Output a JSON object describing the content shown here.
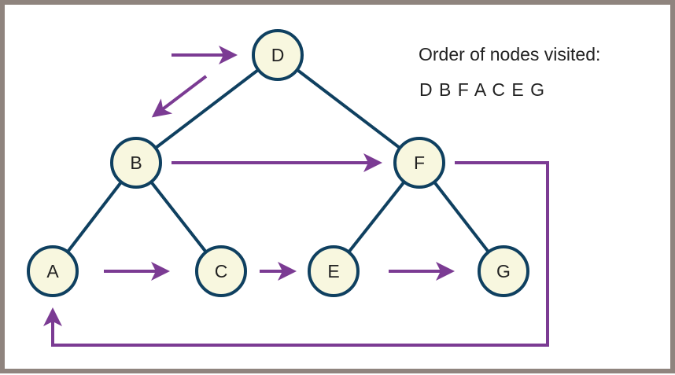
{
  "title": "Order of nodes visited:",
  "sequence": "D B F A C E G",
  "colors": {
    "frame": "#8f847e",
    "edge": "#0f4060",
    "node_fill": "#f8f7df",
    "arrow": "#7b3b93",
    "text": "#222222"
  },
  "nodes": [
    {
      "id": "D",
      "label": "D"
    },
    {
      "id": "B",
      "label": "B"
    },
    {
      "id": "F",
      "label": "F"
    },
    {
      "id": "A",
      "label": "A"
    },
    {
      "id": "C",
      "label": "C"
    },
    {
      "id": "E",
      "label": "E"
    },
    {
      "id": "G",
      "label": "G"
    }
  ],
  "edges": [
    {
      "from": "D",
      "to": "B"
    },
    {
      "from": "D",
      "to": "F"
    },
    {
      "from": "B",
      "to": "A"
    },
    {
      "from": "B",
      "to": "C"
    },
    {
      "from": "F",
      "to": "E"
    },
    {
      "from": "F",
      "to": "G"
    }
  ],
  "traversal_steps": [
    {
      "from": "start",
      "to": "D"
    },
    {
      "from": "D",
      "to": "B"
    },
    {
      "from": "B",
      "to": "F"
    },
    {
      "from": "F",
      "to": "A"
    },
    {
      "from": "A",
      "to": "C"
    },
    {
      "from": "C",
      "to": "E"
    },
    {
      "from": "E",
      "to": "G"
    }
  ]
}
